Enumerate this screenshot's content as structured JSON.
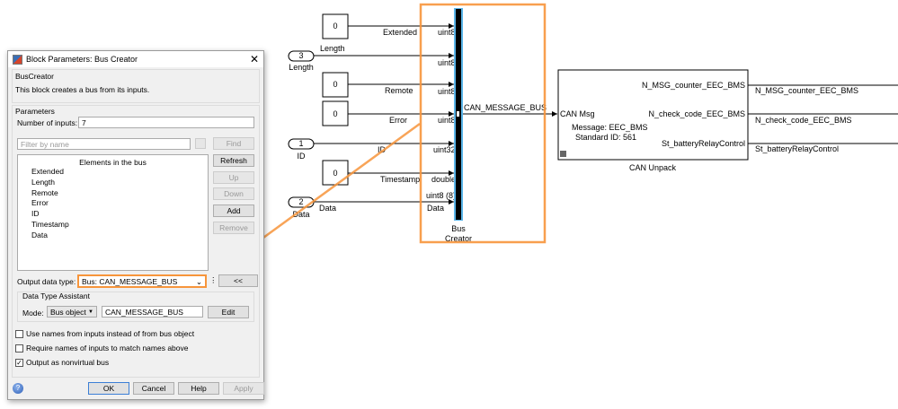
{
  "dialog": {
    "title": "Block Parameters: Bus Creator",
    "block_type": "BusCreator",
    "description": "This block creates a bus from its inputs.",
    "parameters_label": "Parameters",
    "num_inputs_label": "Number of inputs:",
    "num_inputs_value": "7",
    "filter_placeholder": "Filter by name",
    "find": "Find",
    "refresh": "Refresh",
    "up": "Up",
    "down": "Down",
    "add": "Add",
    "remove": "Remove",
    "list_header": "Elements in the bus",
    "elements": [
      "Extended",
      "Length",
      "Remote",
      "Error",
      "ID",
      "Timestamp",
      "Data"
    ],
    "output_type_label": "Output data type:",
    "output_type_value": "Bus: CAN_MESSAGE_BUS",
    "collapse": "<<",
    "dta_label": "Data Type Assistant",
    "mode_label": "Mode:",
    "mode_value": "Bus object",
    "bus_name": "CAN_MESSAGE_BUS",
    "edit": "Edit",
    "checks": [
      {
        "label": "Use names from inputs instead of from bus object",
        "checked": false
      },
      {
        "label": "Require names of inputs to match names above",
        "checked": false
      },
      {
        "label": "Output as nonvirtual bus",
        "checked": true
      }
    ],
    "ok": "OK",
    "cancel": "Cancel",
    "help": "Help",
    "apply": "Apply"
  },
  "diagram": {
    "constants": [
      {
        "value": "0",
        "signal": "Extended",
        "type": "uint8"
      },
      {
        "value": "0",
        "signal": "Remote",
        "type": "uint8"
      },
      {
        "value": "0",
        "signal": "Error",
        "type": "uint8"
      },
      {
        "value": "0",
        "signal": "Timestamp",
        "type": "double"
      }
    ],
    "inports": [
      {
        "num": "3",
        "name": "Length",
        "signal": "Length",
        "type": "uint8"
      },
      {
        "num": "1",
        "name": "ID",
        "signal": "ID",
        "type": "uint32"
      },
      {
        "num": "2",
        "name": "Data",
        "signal": "Data",
        "type": "uint8 (8)",
        "type2": "Data"
      }
    ],
    "bus_creator": {
      "name1": "Bus",
      "name2": "Creator",
      "output_signal": "CAN_MESSAGE_BUS"
    },
    "can_unpack": {
      "name": "CAN Unpack",
      "input": "CAN Msg",
      "message": "Message: EEC_BMS",
      "id": "Standard ID: 561",
      "outputs": [
        "N_MSG_counter_EEC_BMS",
        "N_check_code_EEC_BMS",
        "St_batteryRelayControl"
      ]
    },
    "highlight_color": "#f7953b",
    "bus_color": "#5ab4e8"
  }
}
